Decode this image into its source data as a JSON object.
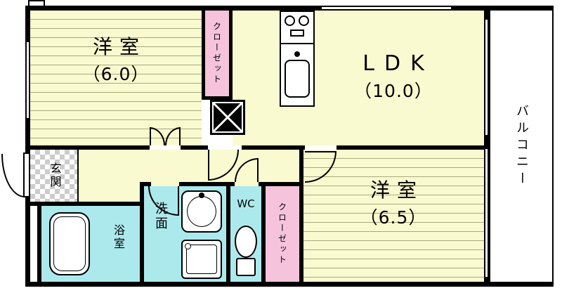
{
  "rooms": {
    "west1": {
      "name": "洋室",
      "size": "（6.0）"
    },
    "ldk": {
      "name": "LDK",
      "size": "（10.0）"
    },
    "west2": {
      "name": "洋室",
      "size": "（6.5）"
    },
    "balcony": {
      "label": "バルコニー"
    },
    "closet_top": {
      "label": "クローゼット"
    },
    "closet_bottom": {
      "label": "クローゼット"
    },
    "genkan": {
      "label": "玄関"
    },
    "bath": {
      "label": "浴室"
    },
    "senmen": {
      "label": "洗面"
    },
    "wc": {
      "label": "WC"
    }
  },
  "colors": {
    "wall": "#000000",
    "room_yellow": "#FAFAD0",
    "stripe_line": "#A9A97E",
    "closet_pink": "#F6C3DC",
    "wet_cyan": "#ACE9ED",
    "checker_gray": "#CCCCCC",
    "fixture_white": "#FFFFFF"
  }
}
